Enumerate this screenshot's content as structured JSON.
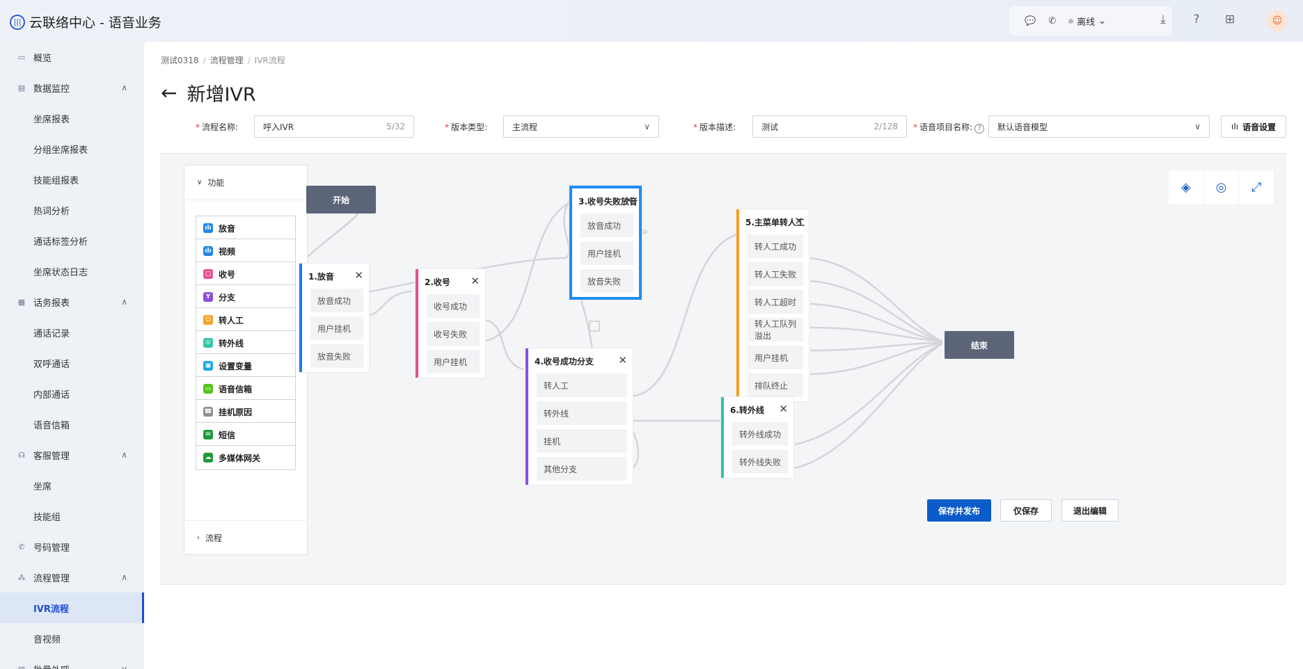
{
  "app": {
    "title": "云联络中心 - 语音业务"
  },
  "topbar": {
    "status": "离线"
  },
  "sidebar": {
    "items": [
      {
        "label": "概览",
        "type": "item"
      },
      {
        "label": "数据监控",
        "type": "group"
      },
      {
        "label": "坐席报表",
        "type": "sub"
      },
      {
        "label": "分组坐席报表",
        "type": "sub"
      },
      {
        "label": "技能组报表",
        "type": "sub"
      },
      {
        "label": "热词分析",
        "type": "sub"
      },
      {
        "label": "通话标签分析",
        "type": "sub"
      },
      {
        "label": "坐席状态日志",
        "type": "sub"
      },
      {
        "label": "话务报表",
        "type": "group"
      },
      {
        "label": "通话记录",
        "type": "sub"
      },
      {
        "label": "双呼通话",
        "type": "sub"
      },
      {
        "label": "内部通话",
        "type": "sub"
      },
      {
        "label": "语音信箱",
        "type": "sub"
      },
      {
        "label": "客服管理",
        "type": "group"
      },
      {
        "label": "坐席",
        "type": "sub"
      },
      {
        "label": "技能组",
        "type": "sub"
      },
      {
        "label": "号码管理",
        "type": "item"
      },
      {
        "label": "流程管理",
        "type": "group"
      },
      {
        "label": "IVR流程",
        "type": "sub",
        "active": true
      },
      {
        "label": "音视频",
        "type": "sub"
      },
      {
        "label": "批量外呼",
        "type": "group"
      }
    ]
  },
  "breadcrumb": [
    "测试0318",
    "流程管理",
    "IVR流程"
  ],
  "page_title": "新增IVR",
  "form": {
    "name_label": "流程名称:",
    "name_value": "呼入IVR",
    "name_count": "5/32",
    "type_label": "版本类型:",
    "type_value": "主流程",
    "desc_label": "版本描述:",
    "desc_value": "测试",
    "desc_count": "2/128",
    "voice_label": "语音项目名称:",
    "voice_value": "默认语音模型",
    "voice_btn": "语音设置"
  },
  "palette": {
    "head": "功能",
    "items": [
      {
        "label": "放音",
        "color": "#1e88e5"
      },
      {
        "label": "视频",
        "color": "#1e88e5"
      },
      {
        "label": "收号",
        "color": "#e84f8f"
      },
      {
        "label": "分支",
        "color": "#8a4fe0"
      },
      {
        "label": "转人工",
        "color": "#f4a020"
      },
      {
        "label": "转外线",
        "color": "#2fc6a4"
      },
      {
        "label": "设置变量",
        "color": "#1aa8e8"
      },
      {
        "label": "语音信箱",
        "color": "#52c41a"
      },
      {
        "label": "挂机原因",
        "color": "#8c8f96"
      },
      {
        "label": "短信",
        "color": "#1e9a3c"
      },
      {
        "label": "多媒体网关",
        "color": "#1e9a3c"
      }
    ],
    "foot": "流程"
  },
  "flow": {
    "start": "开始",
    "end": "结束",
    "nodes": [
      {
        "title": "1.放音",
        "color": "#1e7cf0",
        "rows": [
          "放音成功",
          "用户挂机",
          "放音失败"
        ]
      },
      {
        "title": "2.收号",
        "color": "#e84f8f",
        "rows": [
          "收号成功",
          "收号失败",
          "用户挂机"
        ]
      },
      {
        "title": "3.收号失败放音",
        "color": "#1e8cf5",
        "rows": [
          "放音成功",
          "用户挂机",
          "放音失败"
        ]
      },
      {
        "title": "4.收号成功分支",
        "color": "#8a4fe0",
        "rows": [
          "转人工",
          "转外线",
          "挂机",
          "其他分支"
        ]
      },
      {
        "title": "5.主菜单转人工",
        "color": "#f4a020",
        "rows": [
          "转人工成功",
          "转人工失败",
          "转人工超时",
          "转人工队列溢出",
          "用户挂机",
          "排队终止"
        ]
      },
      {
        "title": "6.转外线",
        "color": "#2fc6a4",
        "rows": [
          "转外线成功",
          "转外线失败"
        ]
      }
    ]
  },
  "footer": {
    "save_publish": "保存并发布",
    "save_only": "仅保存",
    "exit_edit": "退出编辑"
  }
}
